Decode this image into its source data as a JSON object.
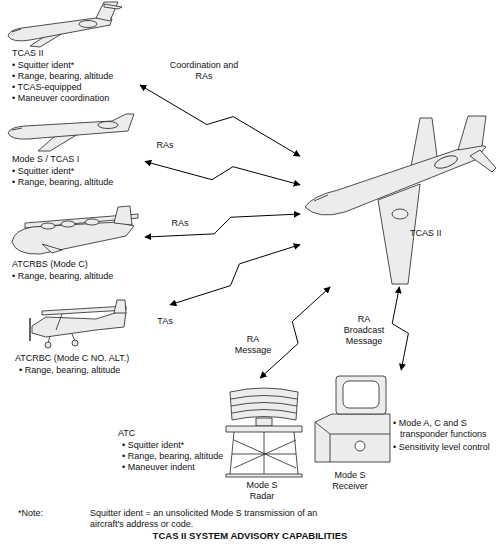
{
  "diagram": {
    "caption": "TCAS II SYSTEM ADVISORY CAPABILITIES",
    "nodes": [
      {
        "text": [
          "TCAS II",
          "• Squitter ident*",
          "• Range, bearing, altitude",
          "• TCAS-equipped",
          "• Maneuver coordination"
        ]
      },
      {
        "text": [
          "Mode S / TCAS I",
          "• Squitter ident*",
          "• Range, bearing, altitude"
        ]
      },
      {
        "text": [
          "ATCRBS (Mode C)",
          "• Range, bearing, altitude"
        ]
      },
      {
        "text": [
          "ATCRBC (Mode C NO. ALT.)",
          "• Range, bearing, altitude"
        ]
      },
      {
        "text": [
          "TCAS II"
        ]
      },
      {
        "text": [
          "ATC",
          "• Squitter ident*",
          "• Range, bearing, altitude",
          "• Maneuver indent",
          "Mode S Radar"
        ]
      },
      {
        "text": [
          "Mode S Receiver",
          "• Mode A, C and S transponder functions",
          "• Sensitivity level control"
        ]
      }
    ],
    "edges": [
      {
        "from": 0,
        "to": 4,
        "label": "Coordination and RAs",
        "arrow": "both"
      },
      {
        "from": 1,
        "to": 4,
        "label": "RAs",
        "arrow": "both"
      },
      {
        "from": 2,
        "to": 4,
        "label": "RAs",
        "arrow": "both"
      },
      {
        "from": 3,
        "to": 4,
        "label": "TAs",
        "arrow": "both"
      },
      {
        "from": 5,
        "to": 4,
        "label": "RA Message",
        "arrow": "both"
      },
      {
        "from": 6,
        "to": 4,
        "label": "RA Broadcast Message",
        "arrow": "both"
      }
    ],
    "labels": [
      "*Note:",
      "Squitter ident = an unsolicited Mode S transmission of an aircraft's address or code."
    ]
  }
}
